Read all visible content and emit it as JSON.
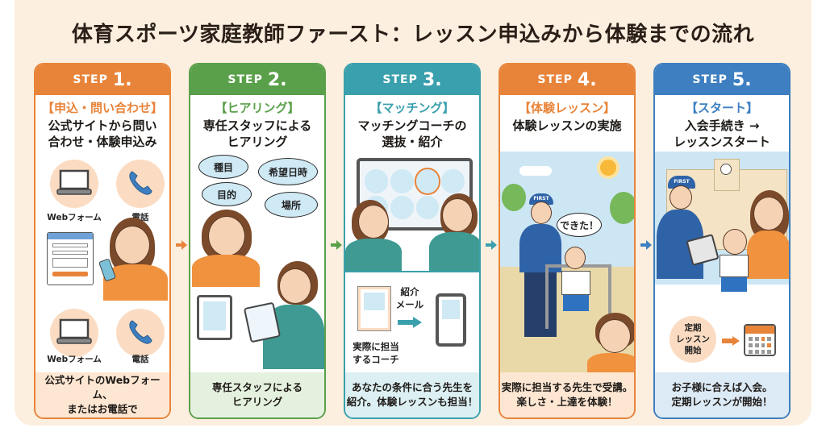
{
  "title": "体育スポーツ家庭教師ファースト：レッスン申込みから体験までの流れ",
  "colors": {
    "background": "#fcefdf",
    "step1": "#e8843a",
    "step2": "#5aa04a",
    "step3": "#3aa0ad",
    "step4": "#e8843a",
    "step5": "#3d7fc0"
  },
  "steps": [
    {
      "step_word": "STEP",
      "step_num": "1.",
      "tag": "【申込・問い合わせ】",
      "subtitle": "公式サイトから問い\n合わせ・体験申込み",
      "illustration": {
        "labels": [
          "Webフォーム",
          "電話",
          "Webフォーム",
          "電話"
        ],
        "icons": [
          "laptop-icon",
          "phone-icon",
          "laptop-icon",
          "phone-icon"
        ]
      },
      "footer": "公式サイトのWebフォーム、\nまたはお電話で"
    },
    {
      "step_word": "STEP",
      "step_num": "2.",
      "tag": "【ヒアリング】",
      "subtitle": "専任スタッフによる\nヒアリング",
      "illustration": {
        "bubbles": [
          "種目",
          "希望日時",
          "目的",
          "場所"
        ]
      },
      "footer": "専任スタッフによる\nヒアリング"
    },
    {
      "step_word": "STEP",
      "step_num": "3.",
      "tag": "【マッチング】",
      "subtitle": "マッチングコーチの\n選抜・紹介",
      "illustration": {
        "mail_label": "紹介\nメール",
        "coach_label": "実際に担当\nするコーチ"
      },
      "footer": "あなたの条件に合う先生を\n紹介。体験レッスンも担当！"
    },
    {
      "step_word": "STEP",
      "step_num": "4.",
      "tag": "【体験レッスン】",
      "subtitle": "体験レッスンの実施",
      "illustration": {
        "speech": "できた！",
        "cap_text": "FIRST"
      },
      "footer": "実際に担当する先生で受講。\n楽しさ・上達を体験！"
    },
    {
      "step_word": "STEP",
      "step_num": "5.",
      "tag": "【スタート】",
      "subtitle": "入会手続き →\nレッスンスタート",
      "illustration": {
        "badge": "定期\nレッスン\n開始",
        "cap_text": "FIRST"
      },
      "footer": "お子様に合えば入会。\n定期レッスンが開始！"
    }
  ]
}
